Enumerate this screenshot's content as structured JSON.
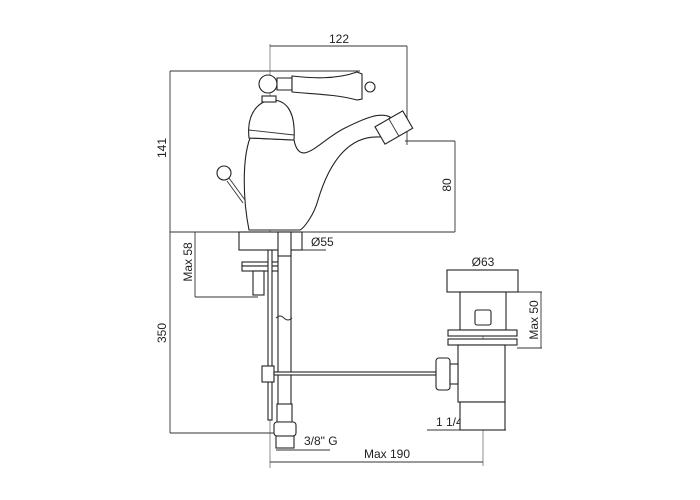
{
  "dimensions": {
    "spout_reach": "122",
    "total_height": "141",
    "spout_height": "80",
    "base_diameter": "Ø55",
    "max_deck_thickness": "Max 58",
    "hose_length": "350",
    "waste_cap_diameter": "Ø63",
    "waste_max_height": "Max 50",
    "waste_thread": "1 1/4\"",
    "inlet_thread": "3/8\" G",
    "max_rod_length": "Max 190"
  }
}
